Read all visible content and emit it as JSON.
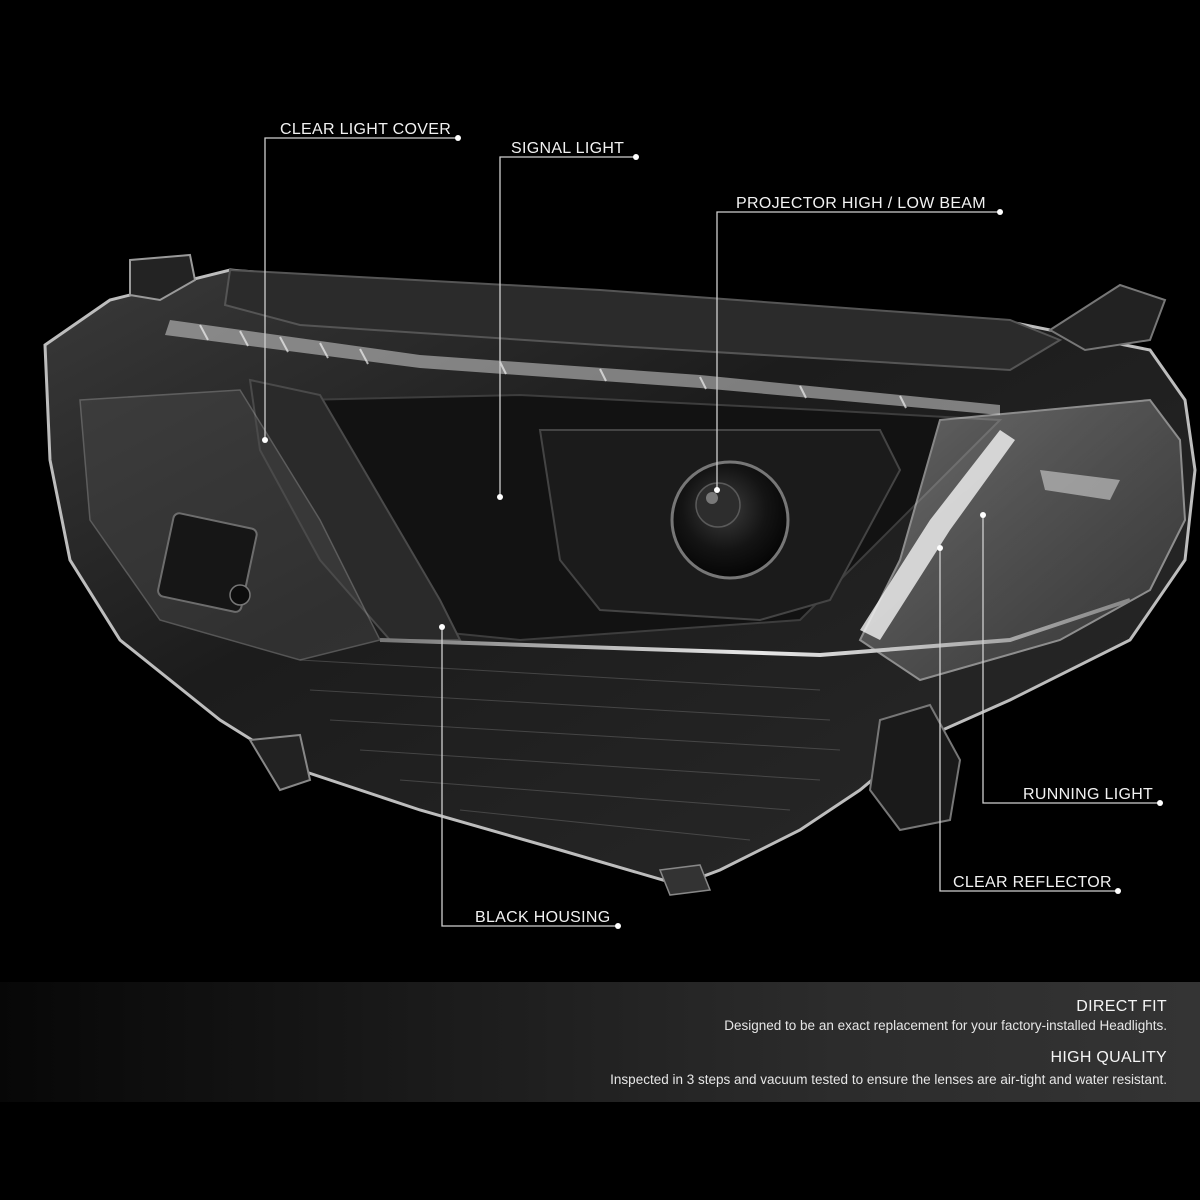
{
  "callouts": {
    "clear_light_cover": "CLEAR LIGHT COVER",
    "signal_light": "SIGNAL LIGHT",
    "projector_beam": "PROJECTOR HIGH / LOW BEAM",
    "running_light": "RUNNING LIGHT",
    "clear_reflector": "CLEAR REFLECTOR",
    "black_housing": "BLACK HOUSING"
  },
  "features": [
    {
      "title": "DIRECT FIT",
      "description": "Designed to be an exact replacement for your factory-installed Headlights."
    },
    {
      "title": "HIGH QUALITY",
      "description": "Inspected in 3 steps and vacuum tested to ensure the lenses are air-tight and water resistant."
    }
  ],
  "colors": {
    "background": "#000000",
    "label_text": "#f2f2f2",
    "leader_line": "#cfcfcf"
  }
}
